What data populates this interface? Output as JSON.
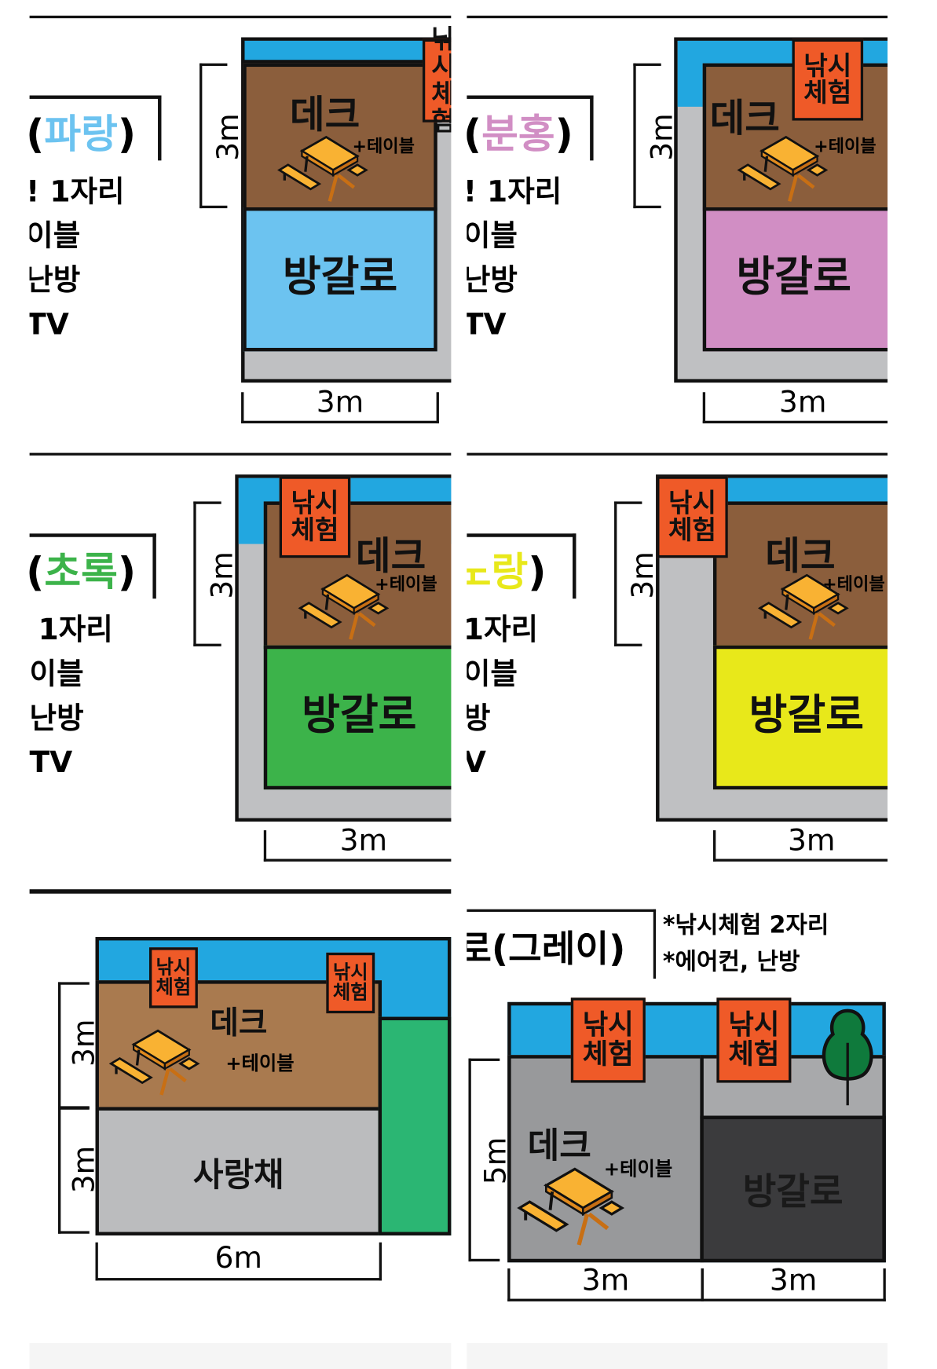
{
  "panels": [
    {
      "title_prefix": "(",
      "title_color_word": "파랑",
      "title_suffix": ")",
      "accent": "#6cc3f0",
      "features": [
        "! 1자리",
        "이블",
        "난방",
        "TV"
      ],
      "deck": "데크",
      "table_note": "+테이블",
      "bungalow": "방갈로",
      "fishing": [
        "낚시",
        "체험"
      ],
      "dim_vertical": "3m",
      "dim_horizontal": "3m"
    },
    {
      "title_prefix": "(",
      "title_color_word": "분홍",
      "title_suffix": ")",
      "accent": "#d18ec4",
      "features": [
        "! 1자리",
        "이블",
        "난방",
        "TV"
      ],
      "deck": "데크",
      "table_note": "+테이블",
      "bungalow": "방갈로",
      "fishing": [
        "낚시",
        "체험"
      ],
      "dim_vertical": "3m",
      "dim_horizontal": "3m"
    },
    {
      "title_prefix": "(",
      "title_color_word": "초록",
      "title_suffix": ")",
      "accent": "#3cb34a",
      "features": [
        "1자리",
        "이블",
        "난방",
        "TV"
      ],
      "deck": "데크",
      "table_note": "+테이블",
      "bungalow": "방갈로",
      "fishing": [
        "낚시",
        "체험"
      ],
      "dim_vertical": "3m",
      "dim_horizontal": "3m"
    },
    {
      "title_prefix": "",
      "title_color_word": "노랑",
      "title_suffix": ")",
      "accent": "#e8e81a",
      "features": [
        "1자리",
        "이블",
        "방",
        "V"
      ],
      "deck": "데크",
      "table_note": "+테이블",
      "bungalow": "방갈로",
      "fishing": [
        "낚시",
        "체험"
      ],
      "dim_vertical": "3m",
      "dim_horizontal": "3m"
    },
    {
      "deck": "데크",
      "table_note": "+테이블",
      "building": "사랑채",
      "fishing": [
        "낚시",
        "체험"
      ],
      "dim_vertical": [
        "3m",
        "3m"
      ],
      "dim_horizontal": "6m"
    },
    {
      "title": "로(그레이)",
      "features": [
        "*낚시체험 2자리",
        "*에어컨, 난방"
      ],
      "deck": "데크",
      "table_note": "+테이블",
      "bungalow": "방갈로",
      "fishing": [
        "낚시",
        "체험"
      ],
      "dim_vertical": "5m",
      "dim_horizontal": [
        "3m",
        "3m"
      ]
    }
  ],
  "colors": {
    "water": "#22a7e0",
    "deck": "#8b5e3c",
    "deck_light": "#a97a4f",
    "gray": "#bfc0c2",
    "badge": "#ef5a28",
    "table": "#f9b233",
    "grass": "#2bb673",
    "tree": "#0f7a3c",
    "dark": "#3b3b3d"
  },
  "icons": [
    "picnic-table-icon",
    "tree-icon"
  ]
}
